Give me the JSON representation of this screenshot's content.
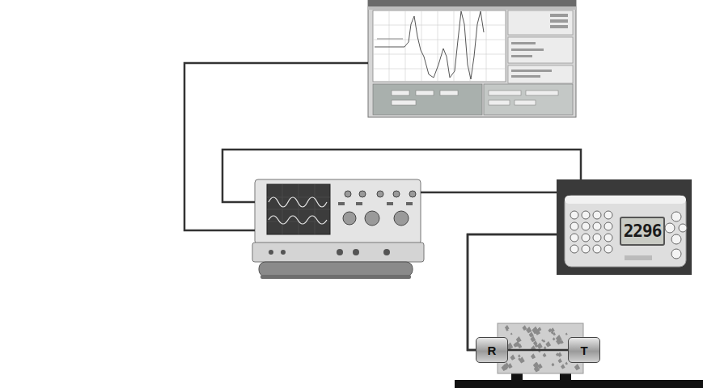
{
  "diagram": {
    "nodes": [
      {
        "text": [
          "2296"
        ]
      },
      {
        "text": [
          "R"
        ]
      },
      {
        "text": [
          "T"
        ]
      }
    ],
    "edges": [
      {
        "from": 0,
        "to": 1,
        "arrow": "none"
      },
      {
        "from": 0,
        "to": 2,
        "arrow": "none"
      }
    ]
  }
}
